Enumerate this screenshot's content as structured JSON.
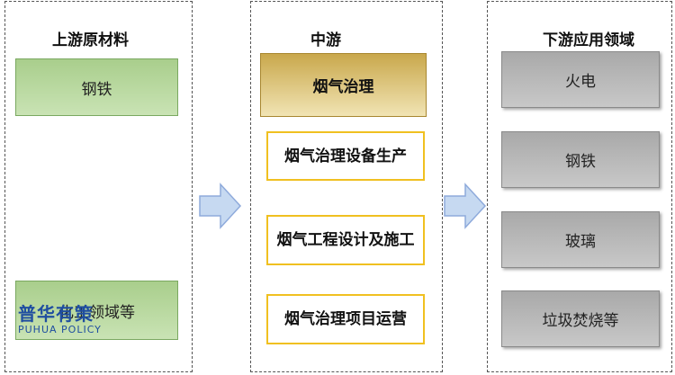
{
  "upstream": {
    "title": "上游原材料",
    "items": [
      "钢铁",
      "化工领域等"
    ]
  },
  "midstream": {
    "title": "中游",
    "main": "烟气治理",
    "items": [
      "烟气治理设备生产",
      "烟气工程设计及施工",
      "烟气治理项目运营"
    ]
  },
  "downstream": {
    "title": "下游应用领域",
    "items": [
      "火电",
      "钢铁",
      "玻璃",
      "垃圾焚烧等"
    ]
  },
  "watermark": {
    "cn": "普华有策",
    "en": "PUHUA POLICY"
  },
  "colors": {
    "green": "#a9ce8c",
    "gray": "#a9a9a9",
    "gold": "#c9a84c",
    "yellow_border": "#f0c020",
    "arrow": "#c6d9f1",
    "watermark": "#1f4ea0"
  }
}
